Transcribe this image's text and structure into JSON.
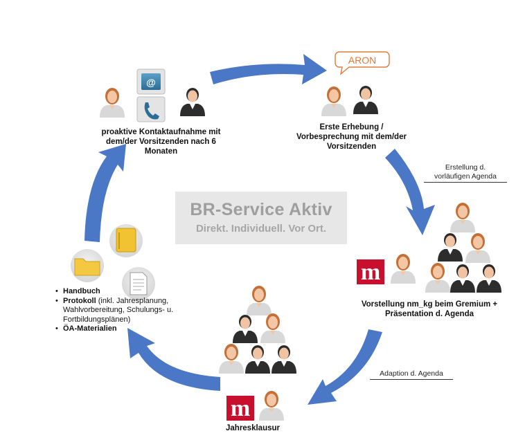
{
  "center": {
    "title": "BR-Service Aktiv",
    "subtitle": "Direkt. Individuell. Vor Ort."
  },
  "steps": {
    "contact": "proaktive Kontaktaufnahme mit dem/der Vorsitzenden nach 6 Monaten",
    "first": "Erste Erhebung / Vorbesprechung mit dem/der Vorsitzenden",
    "presentation": "Vorstellung nm_kg beim Gremium + Präsentation d. Agenda",
    "retreat": "Jahresklausur"
  },
  "transitions": {
    "draft_line1": "Erstellung d.",
    "draft_line2": "vorläufigen Agenda",
    "adaption": "Adaption d. Agenda"
  },
  "materials": {
    "handbook": "Handbuch",
    "protocol": "Protokoll",
    "protocol_detail": " (inkl. Jahresplanung, Wahlvorbereitung, Schulungs- u. Fortbildungsplänen)",
    "oea": "ÖA-Materialien"
  },
  "speech_bubble": "ARON",
  "email_glyph": "@",
  "logo_letter": "m",
  "colors": {
    "arrow": "#4a77c6",
    "center_bg": "#e7e7e7",
    "center_text": "#9e9e9e",
    "logo": "#c8102e",
    "bubble": "#e07a3a"
  }
}
